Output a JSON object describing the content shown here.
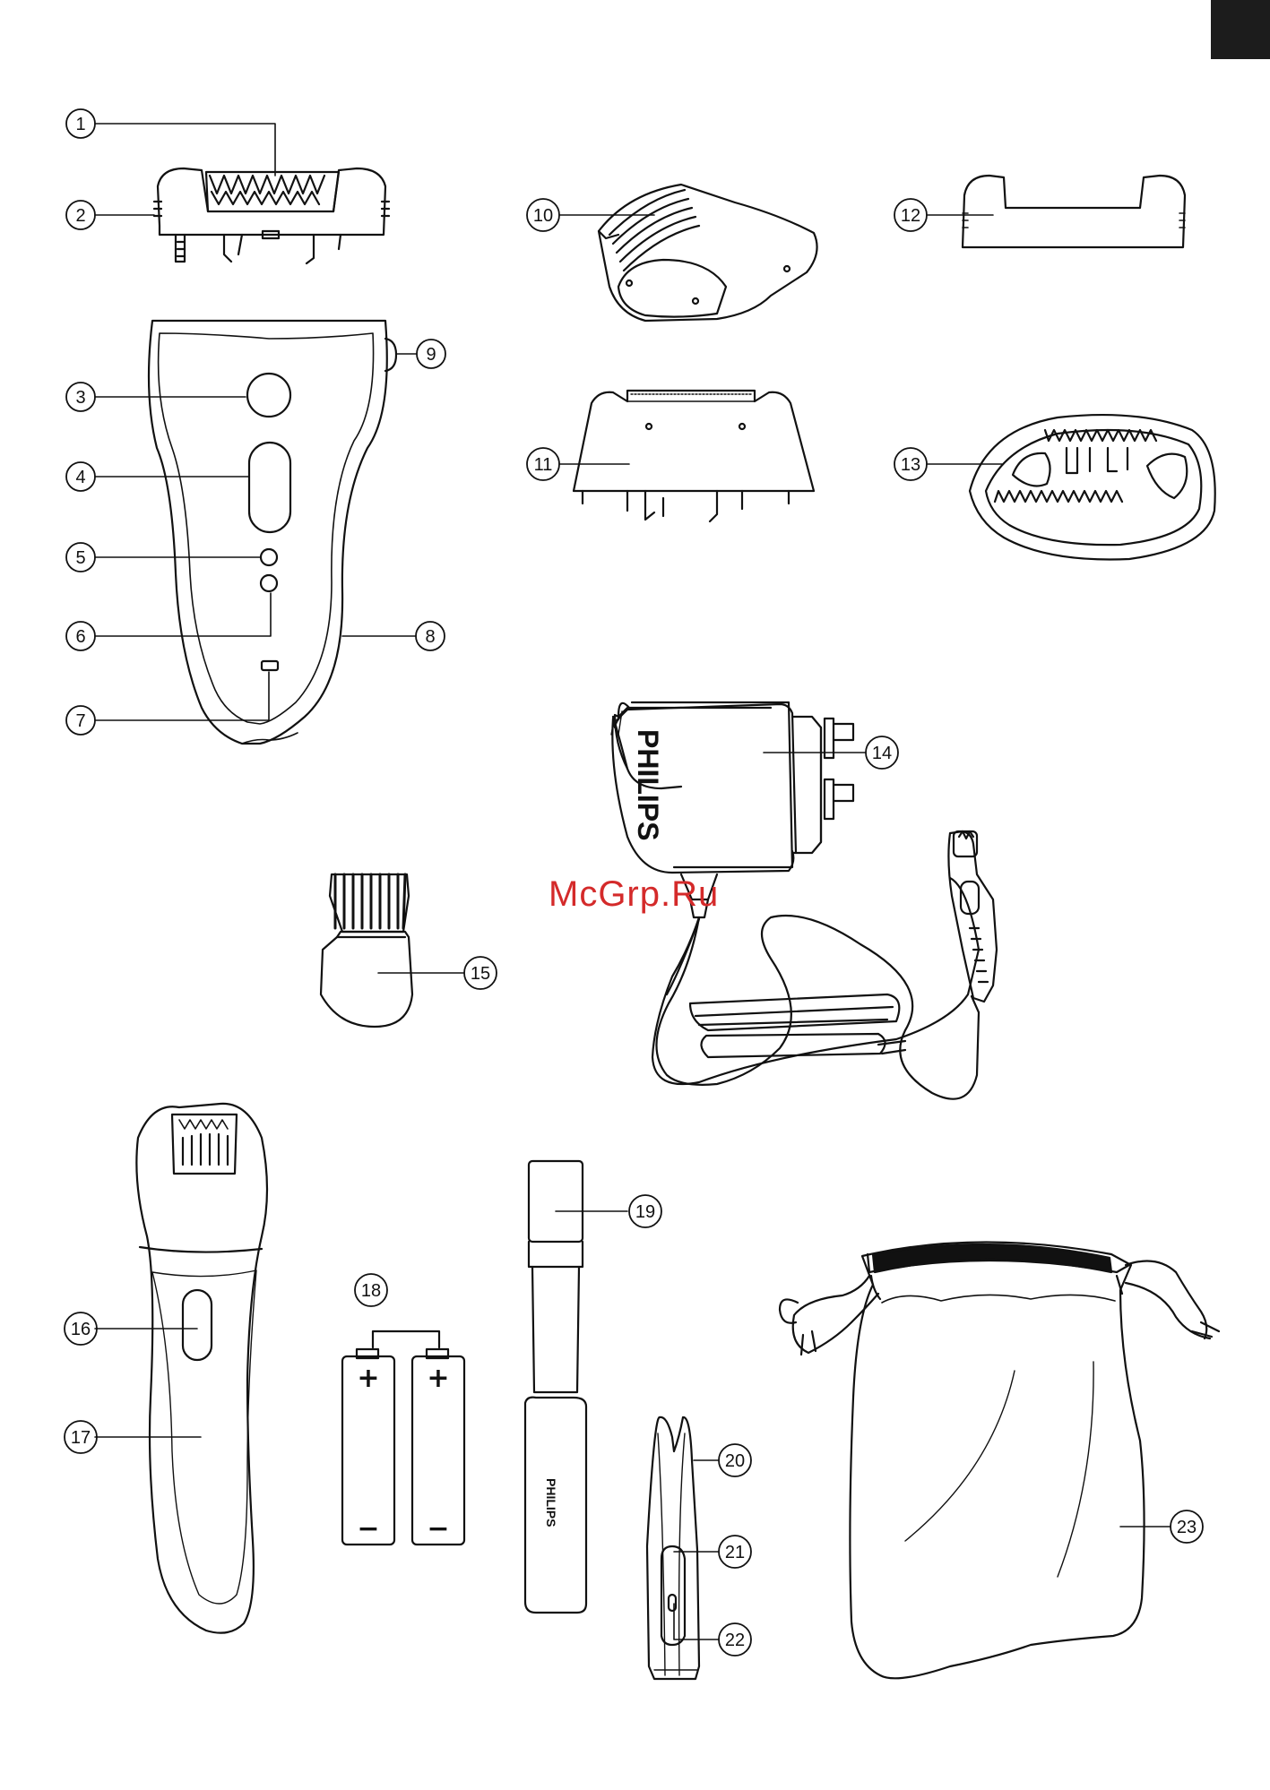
{
  "page": {
    "watermark": "McGrp.Ru",
    "brand_on_adapter": "PHILIPS",
    "brand_on_cap": "PHILIPS",
    "battery_plus": "+",
    "battery_minus": "−"
  },
  "callouts": [
    "1",
    "2",
    "3",
    "4",
    "5",
    "6",
    "7",
    "8",
    "9",
    "10",
    "11",
    "12",
    "13",
    "14",
    "15",
    "16",
    "17",
    "18",
    "19",
    "20",
    "21",
    "22",
    "23"
  ]
}
